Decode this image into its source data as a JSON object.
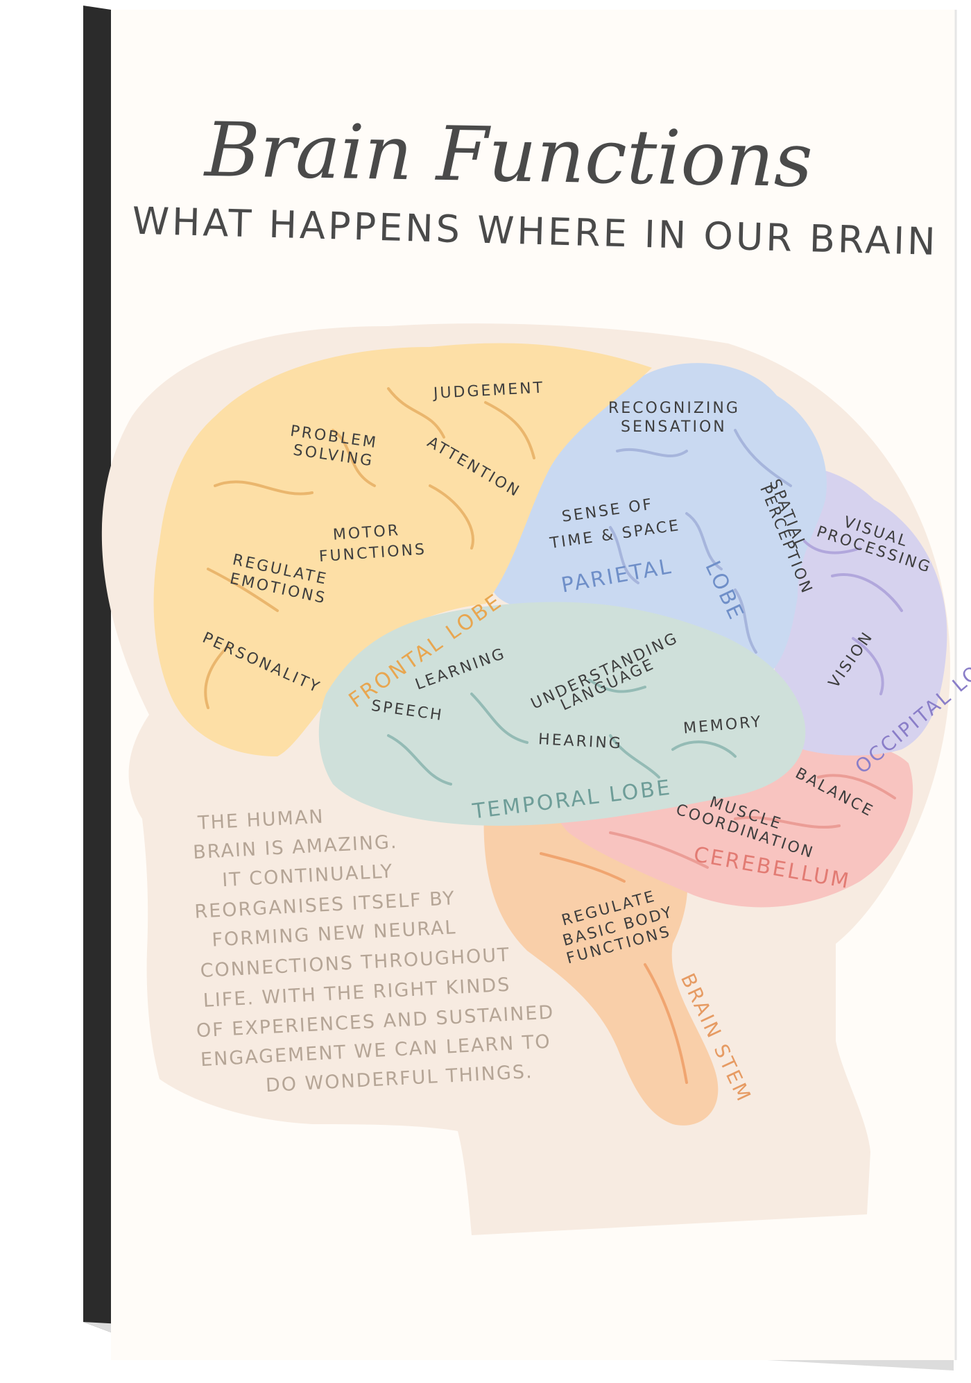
{
  "poster": {
    "title": "Brain Functions",
    "subtitle": "What happens where in our brain",
    "blurb": [
      "The human",
      "brain is amazing.",
      "It continually",
      "reorganises itself by",
      "forming new neural",
      "connections throughout",
      "life. With the right kinds",
      "of experiences and sustained",
      "engagement we can learn to",
      "do wonderful things."
    ]
  },
  "lobes": {
    "frontal": {
      "name": "Frontal Lobe",
      "color": "#e8a650",
      "functions": [
        "Judgement",
        "Problem",
        "Solving",
        "Attention",
        "Motor",
        "Functions",
        "Regulate",
        "Emotions",
        "Personality"
      ]
    },
    "parietal": {
      "name": "Parietal",
      "name2": "Lobe",
      "color": "#6f8fc8",
      "functions": [
        "Recognizing",
        "Sensation",
        "Sense of",
        "Time & Space",
        "Spatial",
        "Perception"
      ]
    },
    "occipital": {
      "name": "Occipital Lobe",
      "color": "#8a7ec8",
      "functions": [
        "Visual",
        "Processing",
        "Vision"
      ]
    },
    "temporal": {
      "name": "Temporal Lobe",
      "color": "#6e9d98",
      "functions": [
        "Learning",
        "Understanding",
        "Language",
        "Speech",
        "Hearing",
        "Memory"
      ]
    },
    "cerebellum": {
      "name": "Cerebellum",
      "color": "#e27b73",
      "functions": [
        "Balance",
        "Muscle",
        "Coordination"
      ]
    },
    "brainstem": {
      "name": "Brain Stem",
      "color": "#e69b63",
      "functions": [
        "Regulate",
        "Basic Body",
        "Functions"
      ]
    }
  },
  "colors": {
    "frontal_fill": "#fddfa6",
    "parietal_fill": "#c9d9f1",
    "occipital_fill": "#d6d2ee",
    "temporal_fill": "#cfe0da",
    "cerebellum_fill": "#f8c4c0",
    "brainstem_fill": "#f9cfa9",
    "head_fill": "#f7ebe1",
    "canvas_fill": "#fffcf8"
  }
}
